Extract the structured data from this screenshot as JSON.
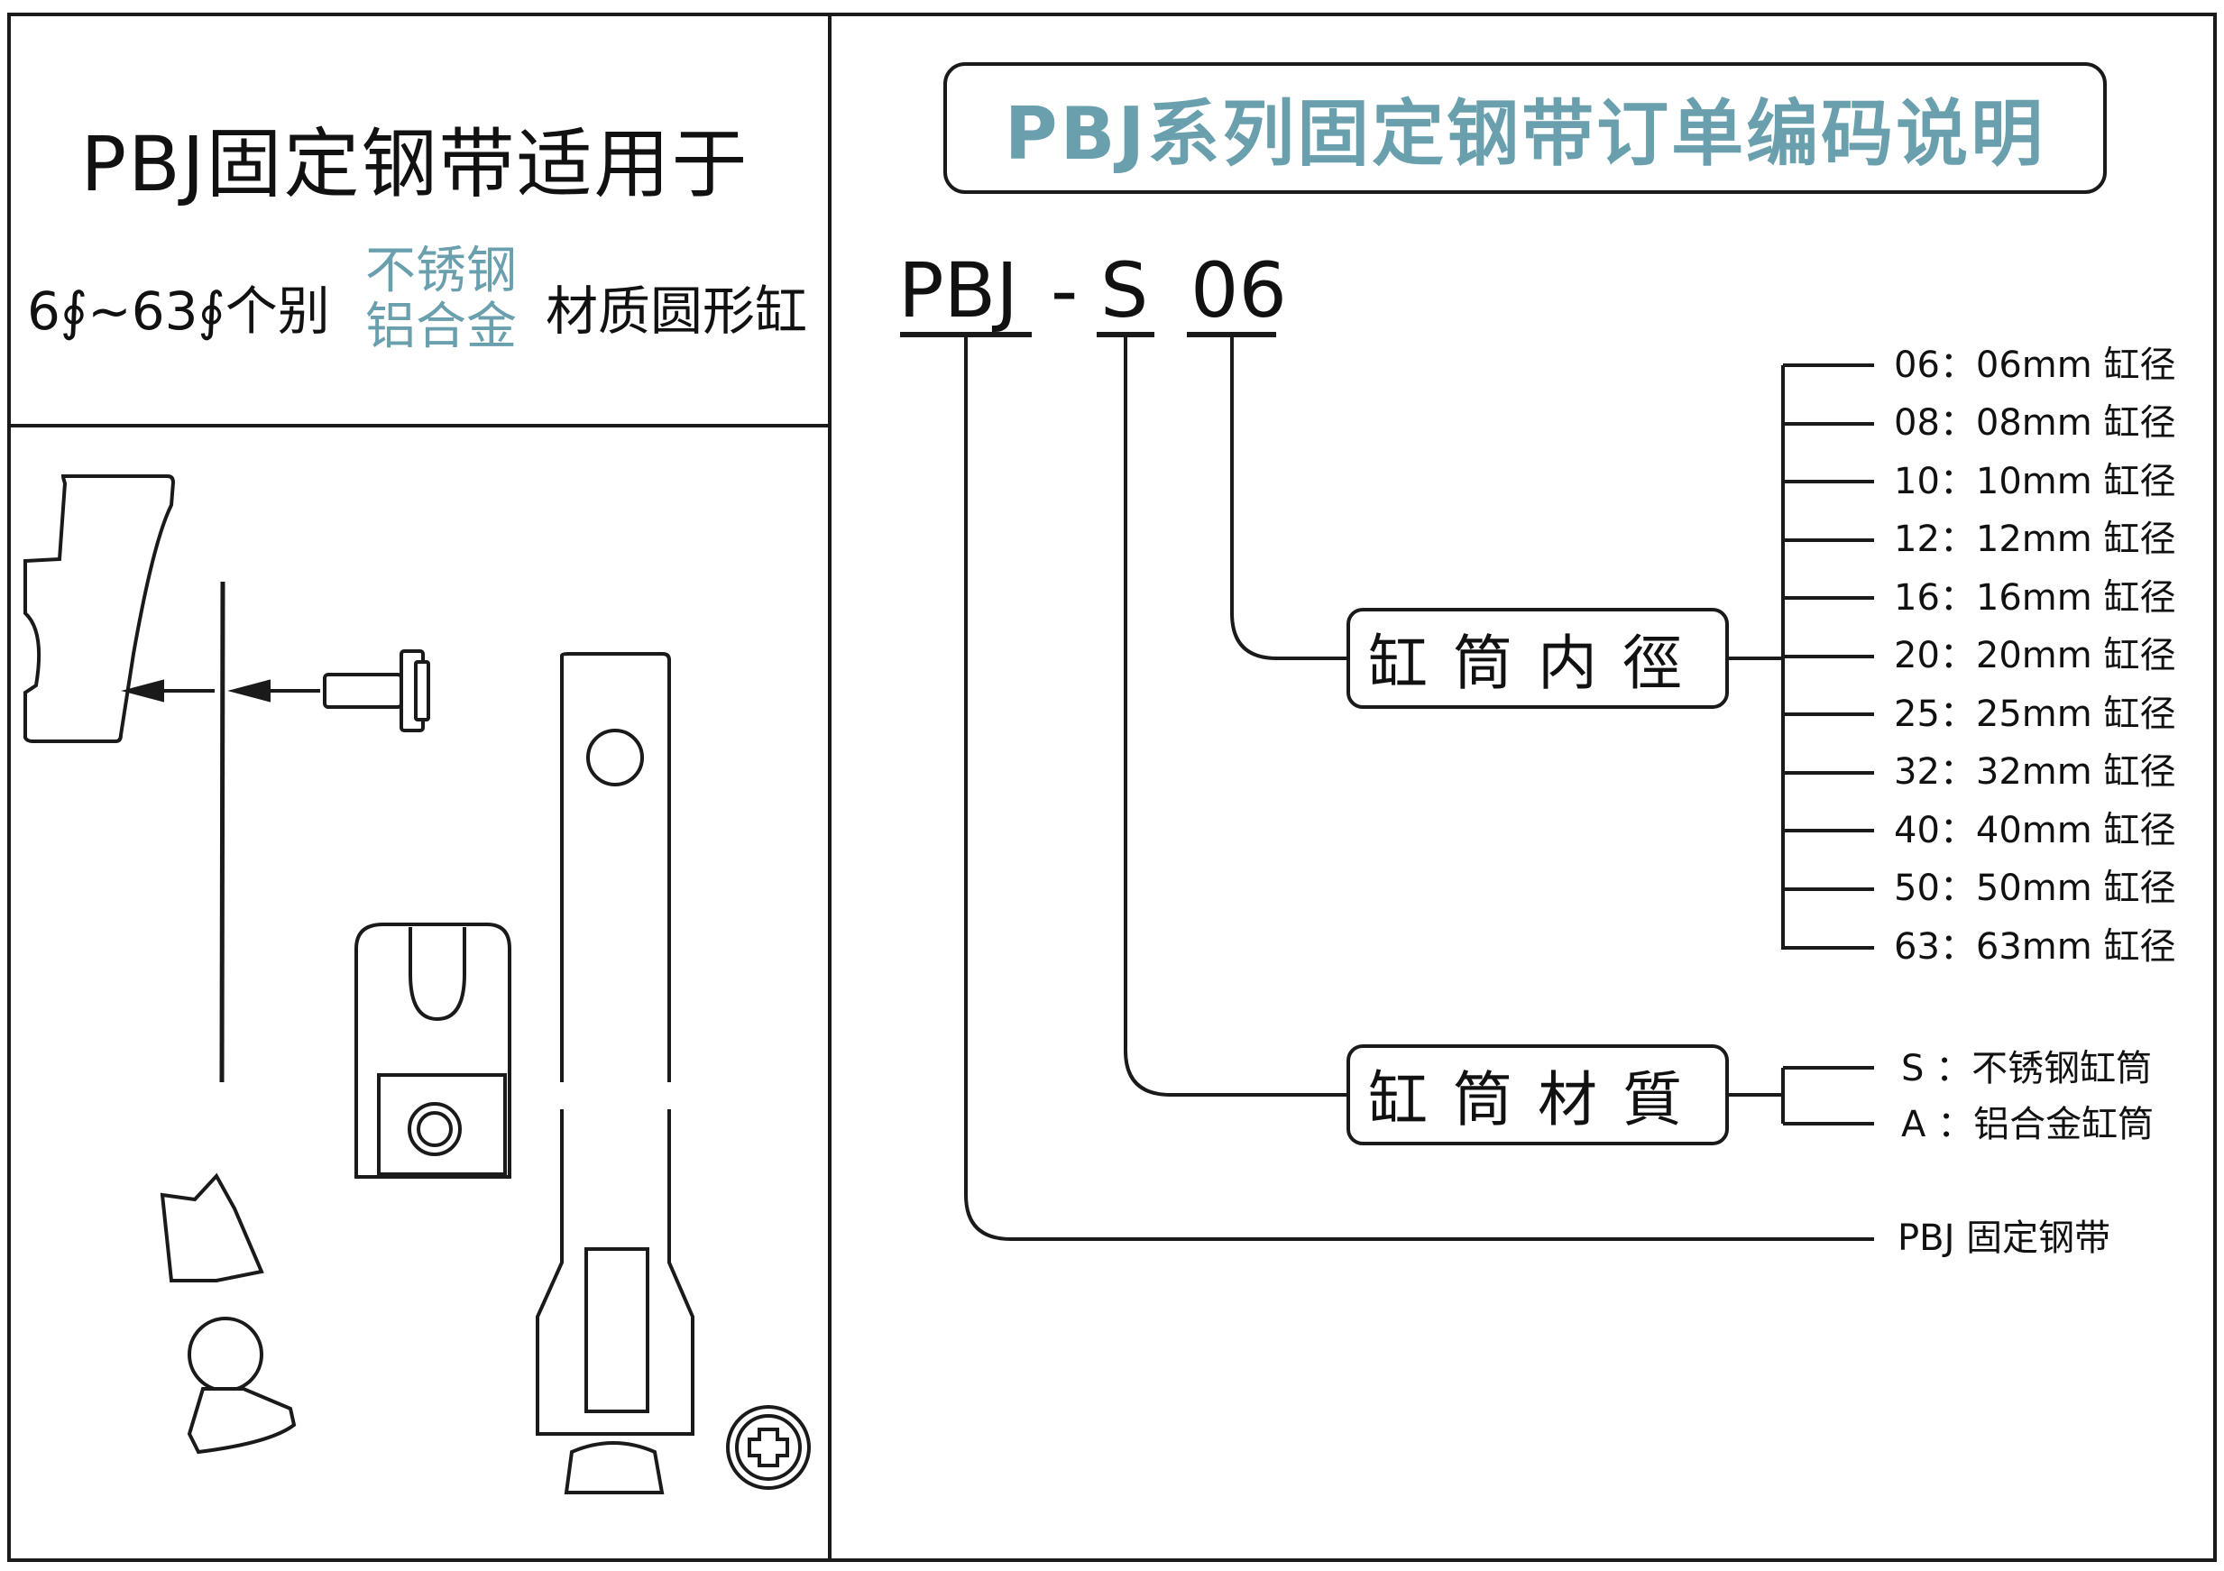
{
  "left_title": "PBJ固定钢带适用于",
  "fit": {
    "range": "6∮~63∮个别",
    "materials": [
      "不锈钢",
      "铝合金"
    ],
    "suffix": "材质圆形缸"
  },
  "main_title": "PBJ系列固定钢带订单编码说明",
  "code": {
    "part1": "PBJ",
    "dash": "-",
    "part2": "S",
    "part3": "06"
  },
  "box_bore": "缸筒内徑",
  "box_material": "缸筒材質",
  "bore_options": [
    "06：06mm  缸径",
    "08：08mm  缸径",
    "10：10mm  缸径",
    "12：12mm  缸径",
    "16：16mm  缸径",
    "20：20mm  缸径",
    "25：25mm  缸径",
    "32：32mm  缸径",
    "40：40mm  缸径",
    "50：50mm  缸径",
    "63：63mm  缸径"
  ],
  "material_options": [
    "S ：不锈钢缸筒",
    "A ：铝合金缸筒"
  ],
  "pbj_label": "PBJ 固定钢带",
  "colors": {
    "accent": "#6aa0ad",
    "line": "#1a1a1a"
  }
}
